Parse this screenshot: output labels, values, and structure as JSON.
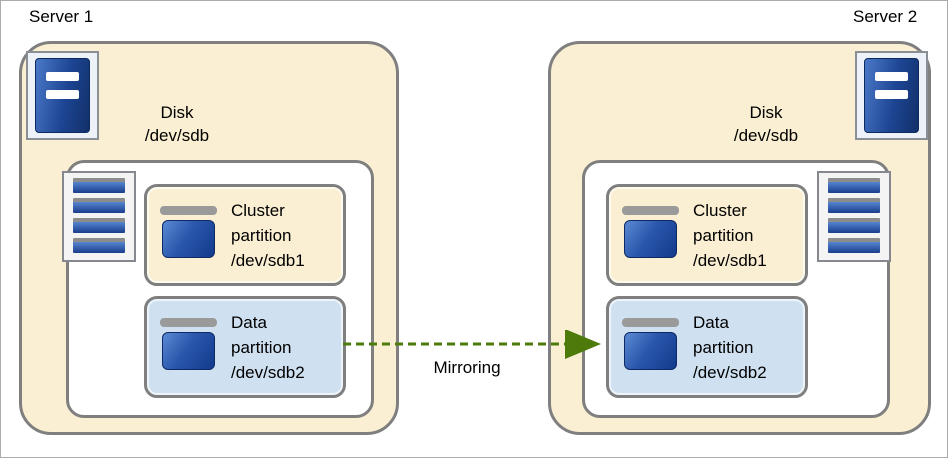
{
  "colors": {
    "server_fill": "#FAEFD2",
    "cluster_partition_fill": "#FAEFD2",
    "data_partition_fill": "#CFE1F1",
    "box_border": "#7F7F7F",
    "icon_blue_dark": "#16377E",
    "icon_blue_light": "#4A79C8",
    "arrow_green": "#4C7A0B",
    "text": "#000000"
  },
  "servers": [
    {
      "label": "Server 1",
      "disk": {
        "title": "Disk",
        "path": "/dev/sdb"
      },
      "partitions": [
        {
          "name": "Cluster partition",
          "path": "/dev/sdb1",
          "type": "cluster"
        },
        {
          "name": "Data partition",
          "path": "/dev/sdb2",
          "type": "data"
        }
      ]
    },
    {
      "label": "Server 2",
      "disk": {
        "title": "Disk",
        "path": "/dev/sdb"
      },
      "partitions": [
        {
          "name": "Cluster partition",
          "path": "/dev/sdb1",
          "type": "cluster"
        },
        {
          "name": "Data partition",
          "path": "/dev/sdb2",
          "type": "data"
        }
      ]
    }
  ],
  "mirroring": {
    "label": "Mirroring",
    "direction": "left-to-right",
    "style": "dashed-arrow"
  }
}
